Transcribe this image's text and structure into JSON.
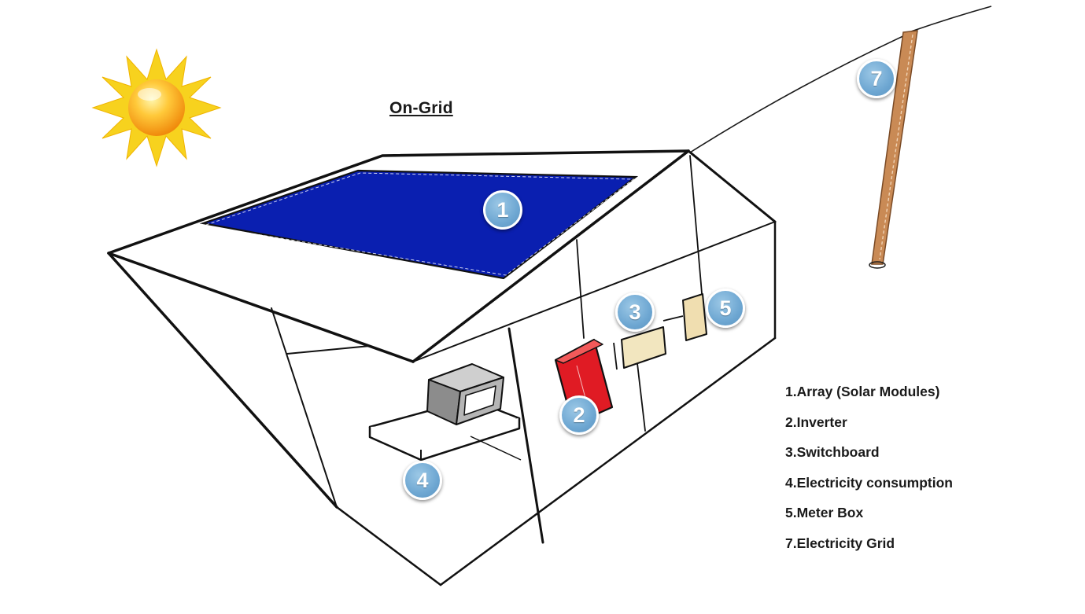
{
  "diagram": {
    "title": "On-Grid",
    "badges": [
      {
        "id": "array",
        "label": "1"
      },
      {
        "id": "inverter",
        "label": "2"
      },
      {
        "id": "switchboard",
        "label": "3"
      },
      {
        "id": "consumption",
        "label": "4"
      },
      {
        "id": "meter",
        "label": "5"
      },
      {
        "id": "grid",
        "label": "7"
      }
    ],
    "legend": [
      "1.Array (Solar Modules)",
      "2.Inverter",
      "3.Switchboard",
      "4.Electricity consumption",
      "5.Meter Box",
      "7.Electricity Grid"
    ],
    "colors": {
      "solar_panel": "#0a1fb0",
      "inverter": "#e01b24",
      "switchboard": "#f2e6bf",
      "pole": "#c98a55",
      "badge": "#6ea7d2",
      "sun": "#f7c21b"
    },
    "icons": [
      "sun-icon",
      "house-icon",
      "solar-panel-icon",
      "inverter-icon",
      "switchboard-icon",
      "meter-box-icon",
      "appliance-icon",
      "utility-pole-icon"
    ]
  }
}
